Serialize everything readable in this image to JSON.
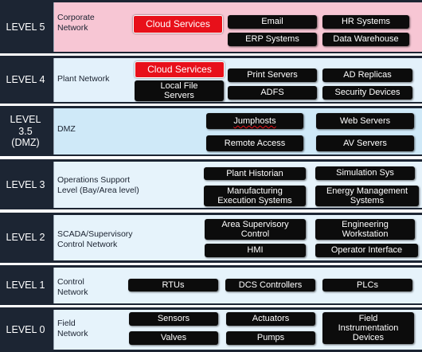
{
  "colors": {
    "level_bg": "#1c2533",
    "corporate_panel": "#f7c6d4",
    "plant_panel": "#e3f1fb",
    "dmz_panel": "#cfe9f8",
    "lower_panel": "#e6f3fb",
    "node_box": "#0c0c0c",
    "cloud_box": "#e8101a"
  },
  "levels": [
    {
      "level": "LEVEL 5",
      "description": "Corporate\nNetwork",
      "nodes": [
        "Cloud Services",
        "Email",
        "HR Systems",
        "ERP Systems",
        "Data Warehouse"
      ]
    },
    {
      "level": "LEVEL 4",
      "description": "Plant Network",
      "nodes": [
        "Cloud Services",
        "Local File\nServers",
        "Print Servers",
        "AD Replicas",
        "ADFS",
        "Security Devices"
      ]
    },
    {
      "level": "LEVEL\n3.5\n(DMZ)",
      "description": "DMZ",
      "nodes": [
        "Jumphosts",
        "Web Servers",
        "Remote Access",
        "AV Servers"
      ]
    },
    {
      "level": "LEVEL 3",
      "description": "Operations Support\nLevel (Bay/Area level)",
      "nodes": [
        "Plant Historian",
        "Simulation Sys",
        "Manufacturing\nExecution Systems",
        "Energy Management\nSystems"
      ]
    },
    {
      "level": "LEVEL 2",
      "description": "SCADA/Supervisory\nControl Network",
      "nodes": [
        "Area Supervisory\nControl",
        "Engineering\nWorkstation",
        "HMI",
        "Operator Interface"
      ]
    },
    {
      "level": "LEVEL 1",
      "description": "Control\nNetwork",
      "nodes": [
        "RTUs",
        "DCS Controllers",
        "PLCs"
      ]
    },
    {
      "level": "LEVEL 0",
      "description": "Field\nNetwork",
      "nodes": [
        "Sensors",
        "Actuators",
        "Field\nInstrumentation\nDevices",
        "Valves",
        "Pumps"
      ]
    }
  ]
}
